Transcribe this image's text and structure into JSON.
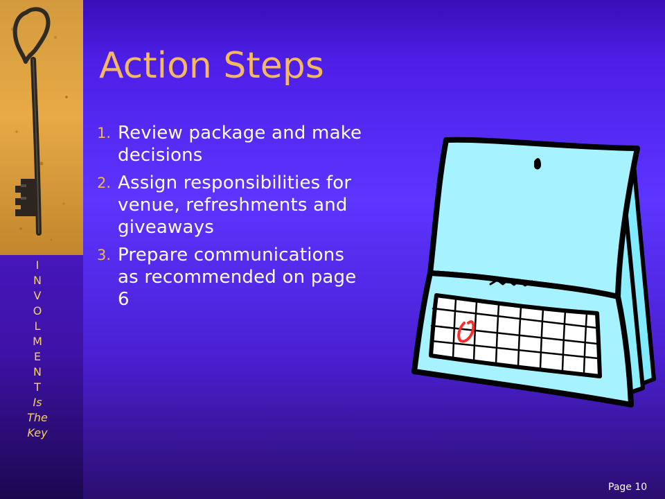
{
  "slide": {
    "title": "Action Steps",
    "page_number": "Page 10"
  },
  "sidebar": {
    "letters": [
      "I",
      "N",
      "V",
      "O",
      "L",
      "M",
      "E",
      "N",
      "T"
    ],
    "tail": [
      "Is",
      "The",
      "Key"
    ]
  },
  "steps": [
    {
      "number": "1.",
      "text": "Review package and make decisions"
    },
    {
      "number": "2.",
      "text": "Assign responsibilities for venue, refreshments and giveaways"
    },
    {
      "number": "3.",
      "text": "Prepare communications as recommended on page 6"
    }
  ],
  "colors": {
    "background": "#5c35ff",
    "sidebar": "#4b19c9",
    "title": "#f4b860",
    "number": "#f0b650",
    "text": "#ffffff",
    "vertical_word": "#f5d45a",
    "calendar_fill": "#a6f3ff",
    "calendar_outline": "#000000",
    "calendar_mark": "#ff2a2a"
  },
  "icons": {
    "sidebar_image": "key-icon",
    "calendar": "calendar-icon"
  }
}
